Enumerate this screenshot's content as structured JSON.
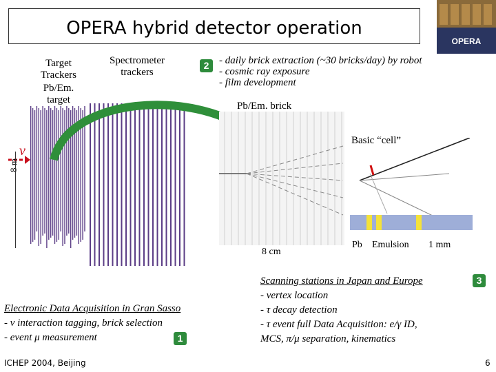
{
  "title": "OPERA hybrid detector operation",
  "logo_text": "OPERA",
  "labels": {
    "target_trackers": [
      "Target",
      "Trackers"
    ],
    "pb_em_target": [
      "Pb/Em.",
      "target"
    ],
    "spectrometer": [
      "Spectrometer",
      "trackers"
    ],
    "pb_em_brick": "Pb/Em. brick",
    "basic_cell": "Basic “cell”",
    "nu": "ν",
    "height_8m": "8 m",
    "cm8": "8 cm",
    "pb": "Pb",
    "emulsion": "Emulsion",
    "mm1": "1 mm"
  },
  "step2": {
    "badge": "2",
    "lines": [
      "- daily brick extraction (~30 bricks/day) by robot",
      "- cosmic ray exposure",
      "- film development"
    ]
  },
  "step1": {
    "badge": "1",
    "heading": "Electronic Data Acquisition  in Gran Sasso",
    "lines": [
      "- ν interaction tagging, brick selection",
      "- event μ measurement"
    ]
  },
  "step3": {
    "badge": "3",
    "heading": "Scanning stations in Japan and Europe",
    "lines": [
      "- vertex location",
      "- τ decay detection",
      "- τ event full Data Acquisition: e/γ ID,",
      "MCS, π/μ separation, kinematics"
    ]
  },
  "footer": {
    "conference": "ICHEP 2004, Beijing",
    "page": "6"
  },
  "colors": {
    "plate": "#5b3d86",
    "arrow": "#2f8f3a",
    "badge": "#2e8b3c",
    "nu": "#c8101e"
  }
}
